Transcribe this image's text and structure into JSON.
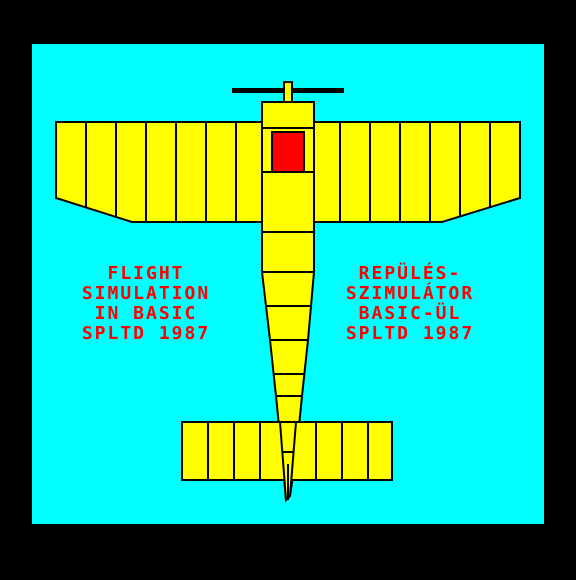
{
  "title_screen": {
    "english_lines": [
      "FLIGHT",
      "SIMULATION",
      "IN BASIC",
      "SPLTD 1987"
    ],
    "hungarian_lines": [
      "REPÜLÉS-",
      "SZIMULÁTOR",
      "BASIC-ÜL",
      "SPLTD 1987"
    ]
  },
  "colors": {
    "border": "#000000",
    "background": "#00ffff",
    "plane_body": "#ffff00",
    "cockpit": "#ff0000",
    "outline": "#000000",
    "text": "#ff0000"
  }
}
